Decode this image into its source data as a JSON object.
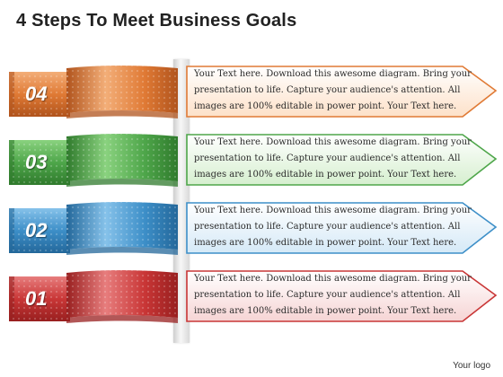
{
  "title": "4 Steps To Meet Business Goals",
  "steps": [
    {
      "number": "04",
      "text": "Your Text here. Download this awesome diagram. Bring your presentation to life. Capture your audience's attention. All images are 100% editable in power point. Your Text here.",
      "color": "#e07a35",
      "light": "#f3ae78",
      "dark": "#b0531c",
      "arrow": "#fde1c9"
    },
    {
      "number": "03",
      "text": "Your Text here. Download this awesome diagram. Bring your presentation to life. Capture your audience's attention. All images are 100% editable in power point. Your Text here.",
      "color": "#4ea64a",
      "light": "#8ad27f",
      "dark": "#2f7a2c",
      "arrow": "#d6efcf"
    },
    {
      "number": "02",
      "text": "Your Text here. Download this awesome diagram. Bring your presentation to life. Capture your audience's attention. All images are 100% editable in power point. Your Text here.",
      "color": "#3d8fc8",
      "light": "#86c2ea",
      "dark": "#23679a",
      "arrow": "#d5e9f7"
    },
    {
      "number": "01",
      "text": "Your Text here. Download this awesome diagram. Bring your presentation to life. Capture your audience's attention. All images are 100% editable in power point. Your Text here.",
      "color": "#c93636",
      "light": "#e77d7d",
      "dark": "#981f1f",
      "arrow": "#f6d4d4"
    }
  ],
  "logo": "Your logo"
}
